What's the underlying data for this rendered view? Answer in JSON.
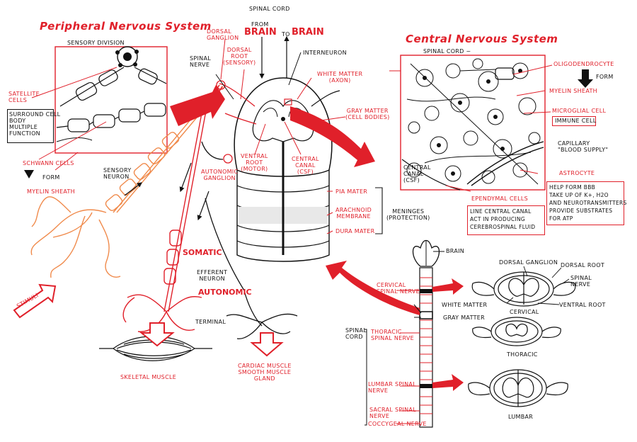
{
  "titles": {
    "pns": "Peripheral Nervous System",
    "cns": "Central Nervous System"
  },
  "top": {
    "spinal_cord": "SPINAL CORD",
    "from": "FROM",
    "brain_from": "BRAIN",
    "to": "TO",
    "brain_to": "BRAIN",
    "interneuron": "INTERNEURON",
    "dorsal_ganglion": "DORSAL\nGANGLION",
    "dorsal_root": "DORSAL\nROOT\n(SENSORY)",
    "spinal_nerve": "SPINAL\nNERVE",
    "white_matter": "WHITE MATTER\n(AXON)",
    "gray_matter": "GRAY MATTER\n(CELL BODIES)",
    "ventral_root": "VENTRAL\nROOT\n(MOTOR)",
    "central_canal": "CENTRAL\nCANAL\n(CSF)",
    "autonomic_ganglion": "AUTONOMIC\nGANGLION",
    "pia_mater": "PIA MATER",
    "arachnoid": "ARACHNOID\nMEMBRANE",
    "dura_mater": "DURA MATER",
    "meninges": "MENINGES\n(PROTECTION)"
  },
  "pns": {
    "sensory_division": "SENSORY DIVISION",
    "satellite_cells": "SATELLITE\nCELLS",
    "satellite_note": "SURROUND CELL\nBODY\nMULTIPLE\nFUNCTION",
    "schwann_cells": "SCHWANN CELLS",
    "form": "FORM",
    "myelin_sheath": "MYELIN SHEATH",
    "sensory_neuron": "SENSORY\nNEURON",
    "stimuli": "STIMULI",
    "somatic": "SOMATIC",
    "efferent_neuron": "EFFERENT\nNEURON",
    "autonomic": "AUTONOMIC",
    "terminal": "TERMINAL",
    "skeletal_muscle": "SKELETAL MUSCLE",
    "cardiac_muscle": "CARDIAC MUSCLE\nSMOOTH MUSCLE\nGLAND"
  },
  "cns": {
    "spinal_cord": "SPINAL CORD ~",
    "oligodendrocyte": "OLIGODENDROCYTE",
    "form": "FORM",
    "myelin_sheath": "MYELIN SHEATH",
    "microglial_cell": "MICROGLIAL CELL",
    "immune_cell": "IMMUNE CELL",
    "capillary": "CAPILLARY\n\"BLOOD SUPPLY\"",
    "astrocyte": "ASTROCYTE",
    "astrocyte_note": "HELP FORM BBB\nTAKE UP OF K+, H2O\nAND NEUROTRANSMITTERS\nPROVIDE SUBSTRATES\nFOR ATP",
    "central_canal": "CENTRAL\nCANAL\n(CSF)",
    "ependymal_cells": "EPENDYMAL CELLS",
    "ependymal_note": "LINE CENTRAL CANAL\nACT IN PRODUCING\nCEREBROSPINAL FLUID"
  },
  "cord": {
    "brain": "BRAIN",
    "spinal_cord": "SPINAL\nCORD",
    "cervical_nerve": "CERVICAL\nSPINAL NERVE",
    "thoracic_nerve": "THORACIC\nSPINAL NERVE",
    "lumbar_nerve": "LUMBAR SPINAL\nNERVE",
    "sacral_nerve": "SACRAL SPINAL\nNERVE",
    "coccygeal_nerve": "COCCYGEAL NERVE",
    "dorsal_ganglion": "DORSAL GANGLION",
    "dorsal_root": "DORSAL ROOT",
    "spinal_nerve": "SPINAL\nNERVE",
    "white_matter": "WHITE MATTER",
    "gray_matter": "GRAY MATTER",
    "ventral_root": "VENTRAL ROOT",
    "cervical": "CERVICAL",
    "thoracic": "THORACIC",
    "lumbar": "LUMBAR"
  },
  "colors": {
    "accent": "#e0202a",
    "ink": "#111111"
  }
}
